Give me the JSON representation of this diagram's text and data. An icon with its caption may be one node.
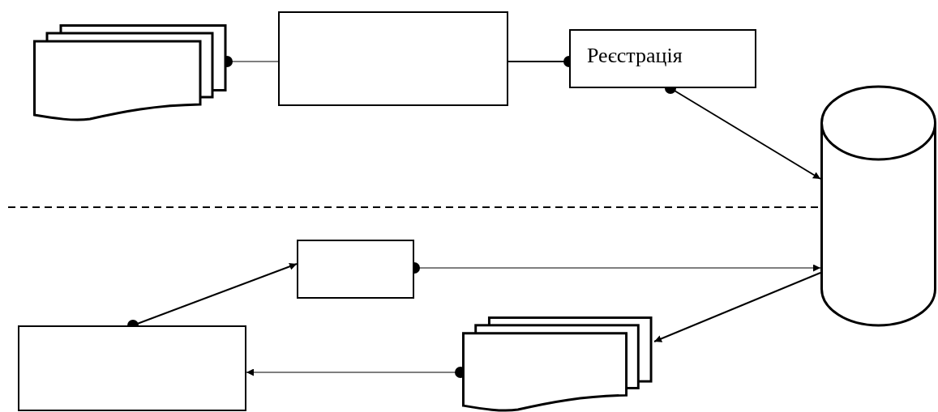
{
  "diagram": {
    "nodes": [
      {
        "text": [],
        "shape": "document"
      },
      {
        "text": [],
        "shape": "box"
      },
      {
        "text": [
          "Реєстрація"
        ]
      },
      {
        "text": [],
        "shape": "cylinder"
      },
      {
        "text": [],
        "shape": "box"
      },
      {
        "text": [],
        "shape": "document"
      },
      {
        "text": [],
        "shape": "box"
      }
    ],
    "edges": [
      {
        "from": 0,
        "to": 1,
        "arrow": "other"
      },
      {
        "from": 1,
        "to": 2,
        "arrow": "other"
      },
      {
        "from": 2,
        "to": 3,
        "arrow": "to"
      },
      {
        "from": 4,
        "to": 3,
        "arrow": "to"
      },
      {
        "from": 3,
        "to": 5,
        "arrow": "to"
      },
      {
        "from": 5,
        "to": 6,
        "arrow": "to"
      },
      {
        "from": 6,
        "to": 4,
        "arrow": "to"
      }
    ]
  }
}
